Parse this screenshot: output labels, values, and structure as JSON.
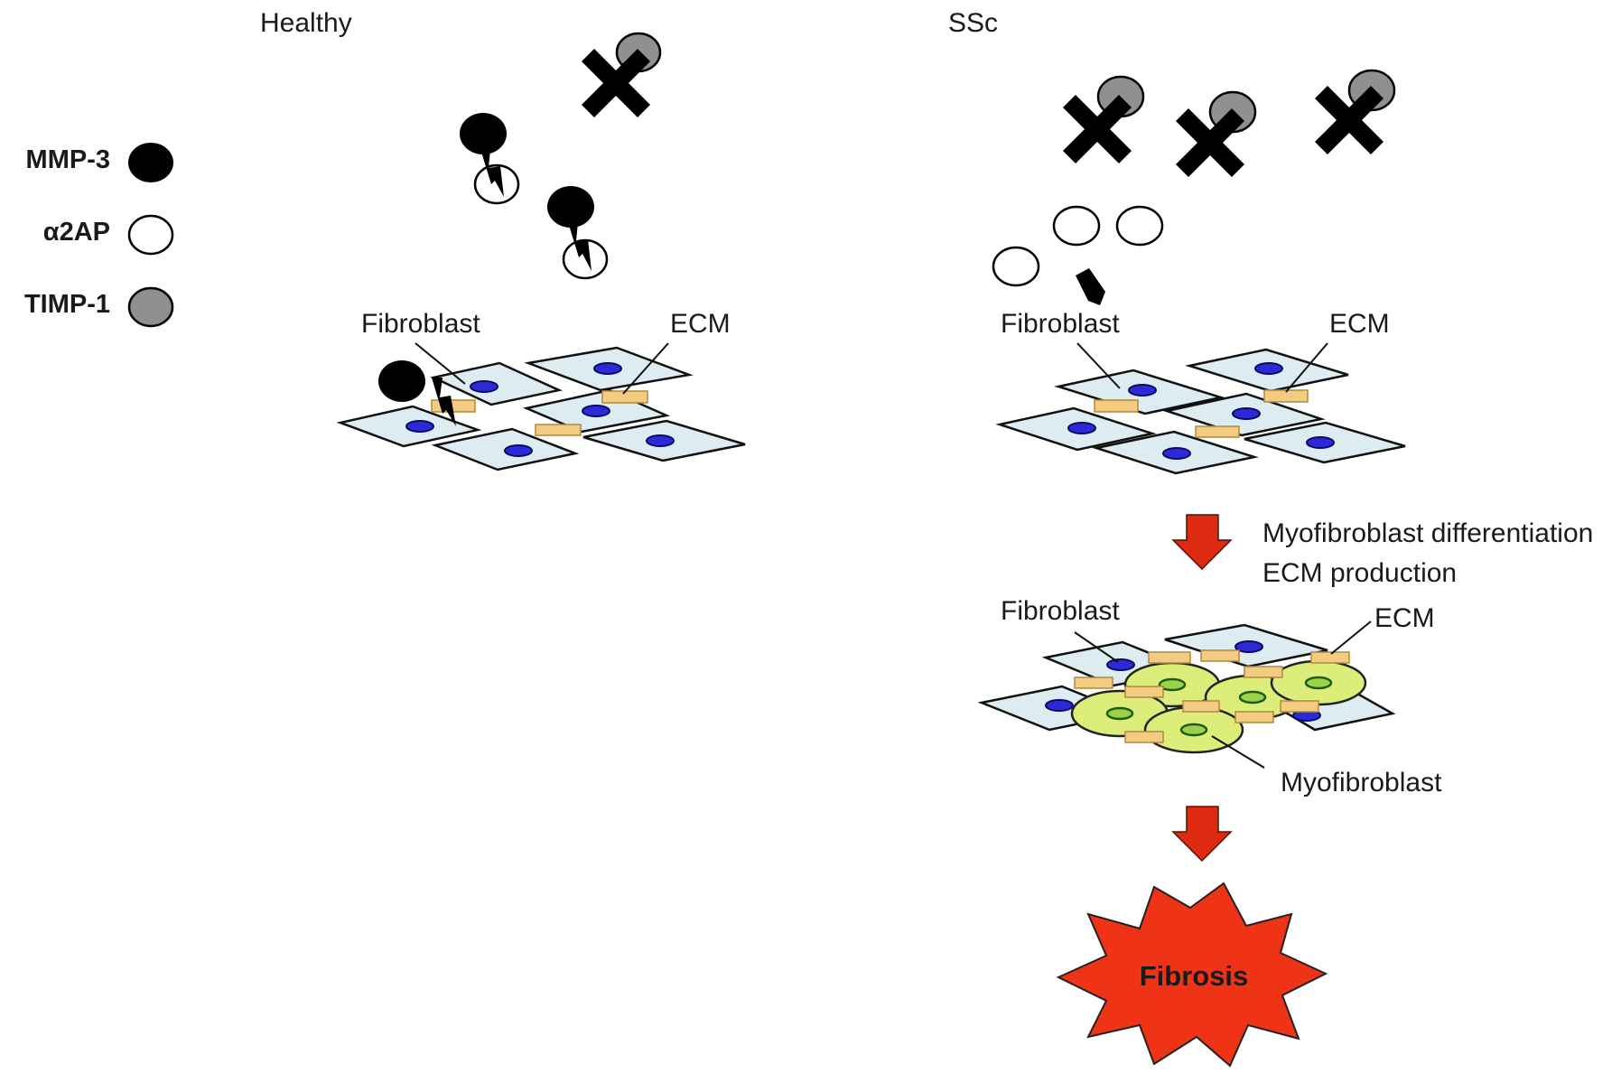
{
  "panels": {
    "healthy": {
      "title": "Healthy"
    },
    "ssc": {
      "title": "SSc"
    }
  },
  "legend": [
    {
      "label": "MMP-3",
      "icon": "mmp3-black-circle",
      "color": "#000000"
    },
    {
      "label": "α2AP",
      "icon": "a2ap-white-circle",
      "color": "#ffffff"
    },
    {
      "label": "TIMP-1",
      "icon": "timp1-gray-circle",
      "color": "#909090"
    }
  ],
  "labels": {
    "fibroblast": "Fibroblast",
    "ecm": "ECM",
    "myofibroblast": "Myofibroblast",
    "step_1": "Myofibroblast differentiation",
    "step_2": "ECM production",
    "outcome": "Fibrosis"
  },
  "colors": {
    "fibroblast_fill": "#dcecf0",
    "nucleus": "#2a2ad8",
    "ecm": "#f3cc82",
    "myofibroblast": "#dced7a",
    "arrow": "#dd2a10",
    "fibrosis": "#ee3316"
  }
}
